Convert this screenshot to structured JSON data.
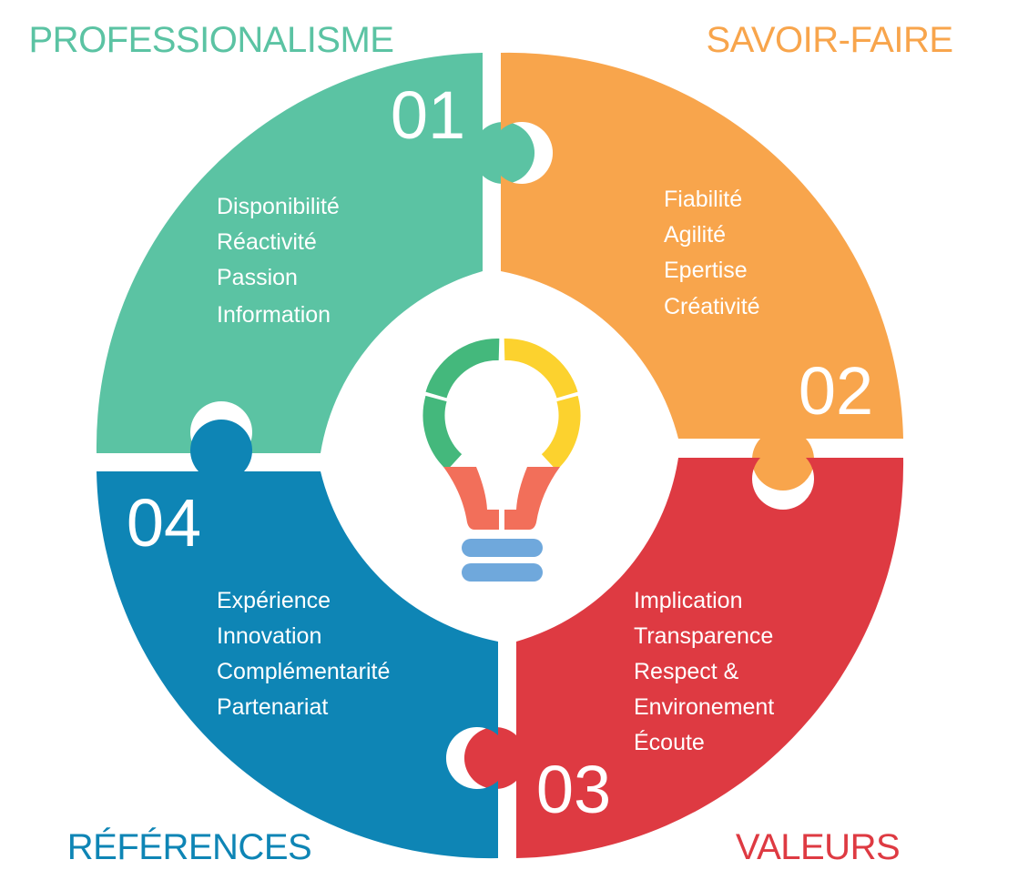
{
  "colors": {
    "green": "#5BC3A3",
    "orange": "#F8A54C",
    "red": "#DE3A42",
    "blue": "#0E85B5",
    "bulb_green": "#44B87C",
    "bulb_yellow": "#FCD22E",
    "bulb_coral": "#F26F5A",
    "bulb_base": "#6FA8DC"
  },
  "segments": [
    {
      "title": "PROFESSIONALISME",
      "number": "01",
      "items": [
        "Disponibilité",
        "Réactivité",
        "Passion",
        "Information"
      ]
    },
    {
      "title": "SAVOIR-FAIRE",
      "number": "02",
      "items": [
        "Fiabilité",
        "Agilité",
        "Epertise",
        "Créativité"
      ]
    },
    {
      "title": "VALEURS",
      "number": "03",
      "items": [
        "Implication",
        "Transparence",
        "Respect &",
        "Environement",
        "Écoute"
      ]
    },
    {
      "title": "RÉFÉRENCES",
      "number": "04",
      "items": [
        "Expérience",
        "Innovation",
        "Complémentarité",
        "Partenariat"
      ]
    }
  ],
  "center_icon": "lightbulb-icon"
}
